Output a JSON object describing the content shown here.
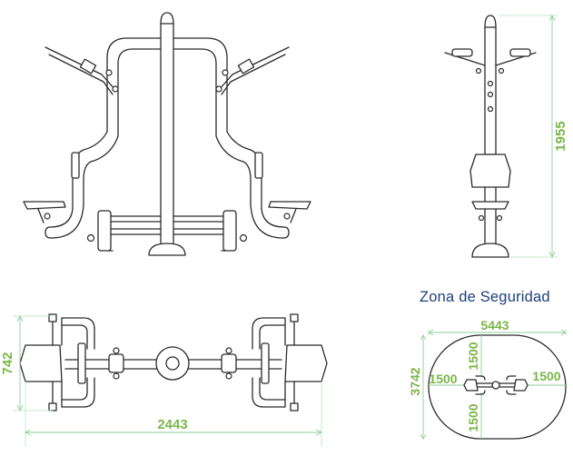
{
  "title": "Zona de Seguridad",
  "dimensions": {
    "height": "1955",
    "depth": "742",
    "width": "2443",
    "zone_width": "5443",
    "zone_depth": "3742",
    "clear_top": "1500",
    "clear_bottom": "1500",
    "clear_left": "1500",
    "clear_right": "1500"
  },
  "colors": {
    "dimension": "#7ab648",
    "title": "#1f3f7a",
    "line": "#2b2b2b"
  }
}
